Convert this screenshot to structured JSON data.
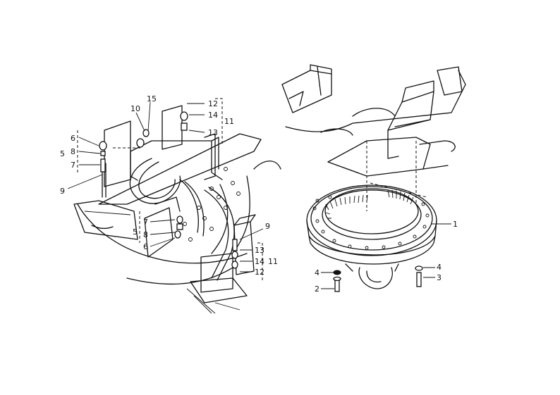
{
  "left_assembly": {
    "callouts": [
      {
        "id": "l5",
        "text": "5"
      },
      {
        "id": "l6",
        "text": "6"
      },
      {
        "id": "l8",
        "text": "8"
      },
      {
        "id": "l7",
        "text": "7"
      },
      {
        "id": "l9",
        "text": "9"
      },
      {
        "id": "l10",
        "text": "10"
      },
      {
        "id": "l15",
        "text": "15"
      },
      {
        "id": "l12",
        "text": "12"
      },
      {
        "id": "l14",
        "text": "14"
      },
      {
        "id": "l11",
        "text": "11"
      },
      {
        "id": "l13",
        "text": "13"
      },
      {
        "id": "m7",
        "text": "7"
      },
      {
        "id": "m8",
        "text": "8"
      },
      {
        "id": "m5",
        "text": "5"
      },
      {
        "id": "m6",
        "text": "6"
      },
      {
        "id": "r9",
        "text": "9"
      },
      {
        "id": "r13",
        "text": "13"
      },
      {
        "id": "r14",
        "text": "14"
      },
      {
        "id": "r11",
        "text": "11"
      },
      {
        "id": "r12",
        "text": "12"
      }
    ]
  },
  "right_assembly": {
    "callouts": [
      {
        "id": "b1",
        "text": "1"
      },
      {
        "id": "b4a",
        "text": "4"
      },
      {
        "id": "b2",
        "text": "2"
      },
      {
        "id": "b4b",
        "text": "4"
      },
      {
        "id": "b3",
        "text": "3"
      }
    ]
  }
}
